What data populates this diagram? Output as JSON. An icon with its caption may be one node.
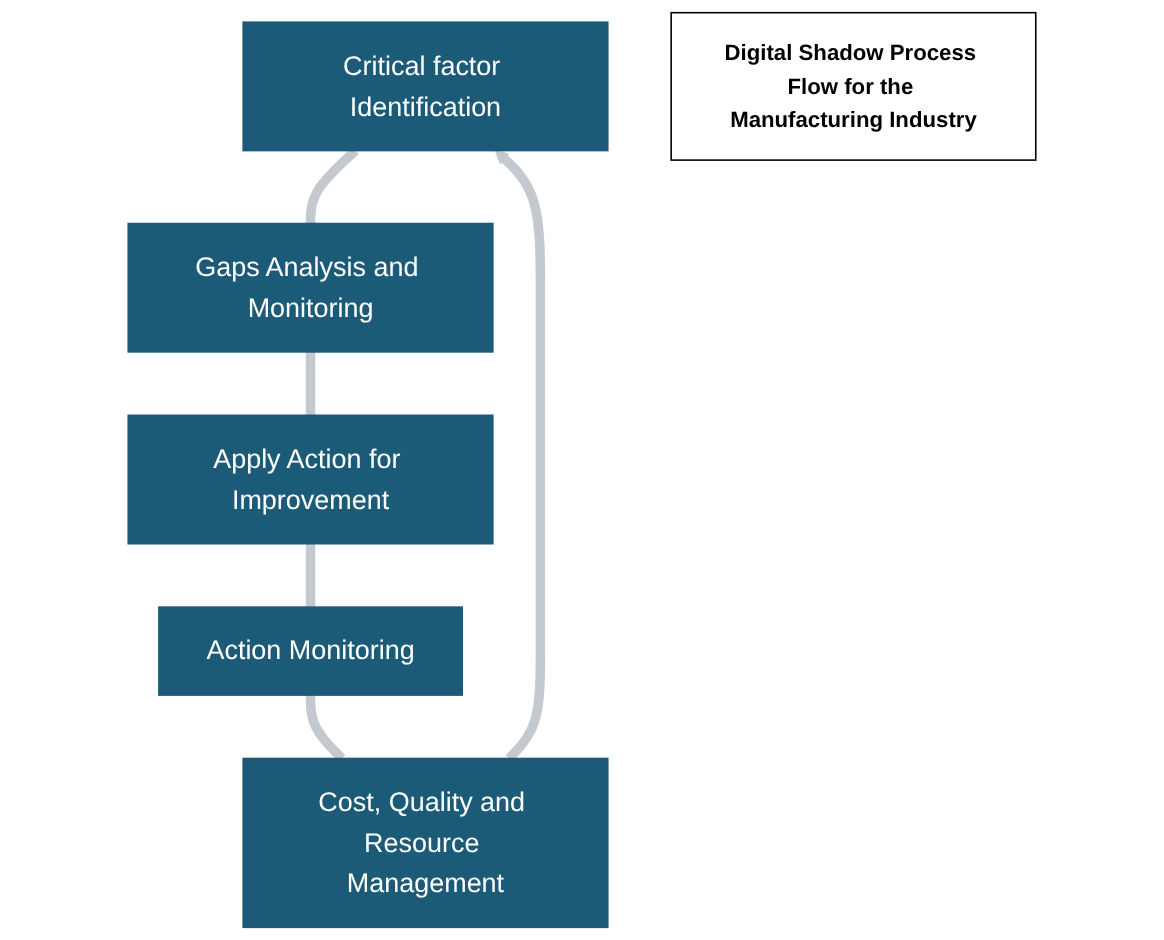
{
  "diagram": {
    "nodes": [
      {
        "text": [
          "Critical factor Identification"
        ]
      },
      {
        "text": [
          "Gaps Analysis and Monitoring"
        ]
      },
      {
        "text": [
          "Apply Action for Improvement"
        ]
      },
      {
        "text": [
          "Action Monitoring"
        ]
      },
      {
        "text": [
          "Cost, Quality and Resource Management"
        ]
      },
      {
        "text": [
          "Digital Shadow Process Flow for the Manufacturing Industry"
        ]
      }
    ],
    "edges": [
      {
        "from": 0,
        "to": 1,
        "arrow": "none"
      },
      {
        "from": 1,
        "to": 2,
        "arrow": "none"
      },
      {
        "from": 2,
        "to": 3,
        "arrow": "none"
      },
      {
        "from": 3,
        "to": 4,
        "arrow": "none"
      },
      {
        "from": 4,
        "to": 0,
        "arrow": "to"
      }
    ]
  }
}
